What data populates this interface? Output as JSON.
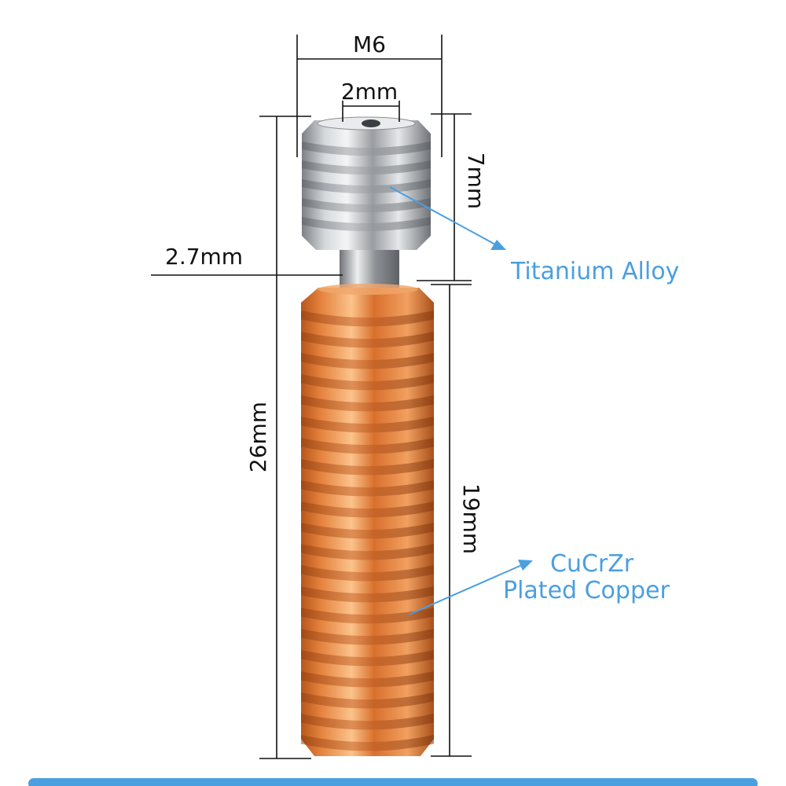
{
  "dimensions": {
    "outer_thread": "M6",
    "bore": "2mm",
    "neck": "2.7mm",
    "total_length": "26mm",
    "top_length": "7mm",
    "bottom_length": "19mm"
  },
  "callouts": {
    "titanium": "Titanium Alloy",
    "copper_line1": "CuCrZr",
    "copper_line2": "Plated Copper"
  },
  "colors": {
    "callout": "#4a9fe0",
    "footer_bar": "#4a9fe0",
    "titanium": "#c9ccd0",
    "copper": "#e08a45"
  }
}
